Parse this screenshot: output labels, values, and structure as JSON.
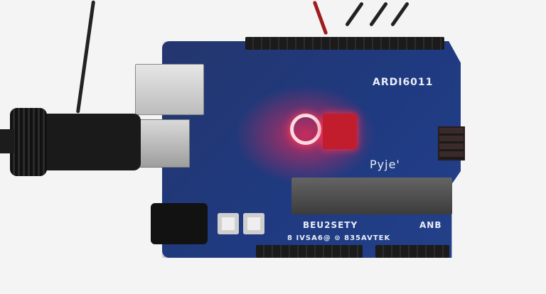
{
  "scene": "Arduino-style blue microcontroller board with USB cable and jumper wires on white background",
  "silkscreen": {
    "board_name": "ARDI6011",
    "logo_text": "Pyje'",
    "bottom_left_label": "BEU2SETY",
    "bottom_right_label": "ANB",
    "pin_row_label": "8 IVSA6@ ⊙ 835AVTEK"
  },
  "colors": {
    "board": "#1f3a80",
    "led_glow": "#ff3050",
    "header": "#151515"
  }
}
